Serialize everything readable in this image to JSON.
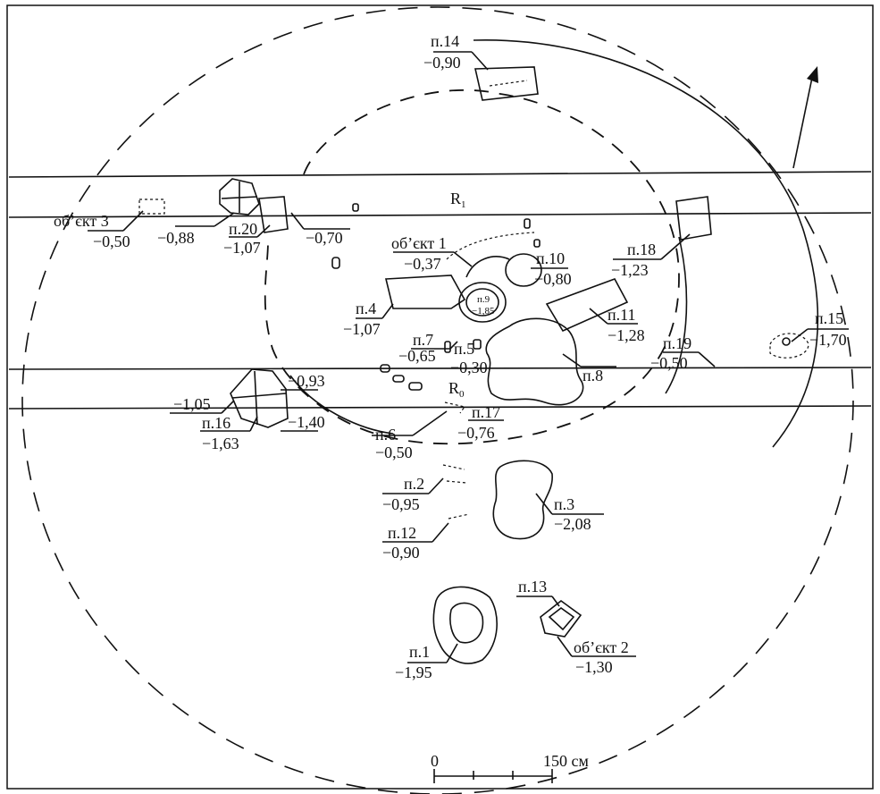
{
  "features": [
    {
      "id": "p14",
      "name": "п.14",
      "depth": "−0,90"
    },
    {
      "id": "obj3",
      "name": "об’єкт 3",
      "depth": "−0,50"
    },
    {
      "id": "p20",
      "name": "п.20",
      "depth": "−1,07"
    },
    {
      "id": "obj1",
      "name": "об’єкт 1",
      "depth": "−0,37"
    },
    {
      "id": "p10",
      "name": "п.10",
      "depth": "−0,80"
    },
    {
      "id": "p18",
      "name": "п.18",
      "depth": "−1,23"
    },
    {
      "id": "p4",
      "name": "п.4",
      "depth": "−1,07"
    },
    {
      "id": "p9",
      "name": "п.9",
      "depth": "−1,85"
    },
    {
      "id": "p11",
      "name": "п.11",
      "depth": "−1,28"
    },
    {
      "id": "p15",
      "name": "п.15",
      "depth": "−1,70"
    },
    {
      "id": "p7",
      "name": "п.7",
      "depth": "−0,65"
    },
    {
      "id": "p5",
      "name": "п.5",
      "depth": "−0,30"
    },
    {
      "id": "p19",
      "name": "п.19",
      "depth": "−0,50"
    },
    {
      "id": "p8",
      "name": "п.8",
      "depth": ""
    },
    {
      "id": "p16",
      "name": "п.16",
      "depth": "−1,63"
    },
    {
      "id": "p6",
      "name": "п.6",
      "depth": "−0,50"
    },
    {
      "id": "p17",
      "name": "п.17",
      "depth": "−0,76"
    },
    {
      "id": "p2",
      "name": "п.2",
      "depth": "−0,95"
    },
    {
      "id": "p3",
      "name": "п.3",
      "depth": "−2,08"
    },
    {
      "id": "p12",
      "name": "п.12",
      "depth": "−0,90"
    },
    {
      "id": "p13",
      "name": "п.13",
      "depth": ""
    },
    {
      "id": "p1",
      "name": "п.1",
      "depth": "−1,95"
    },
    {
      "id": "obj2",
      "name": "об’єкт 2",
      "depth": "−1,30"
    }
  ],
  "elevations": [
    "−0,88",
    "−0,70",
    "−0,93",
    "−1,05",
    "−1,40"
  ],
  "radii": {
    "r1": "R",
    "r1_sub": "1",
    "r0": "R",
    "r0_sub": "0"
  },
  "scale_bar": {
    "start": "0",
    "end": "150 см"
  }
}
